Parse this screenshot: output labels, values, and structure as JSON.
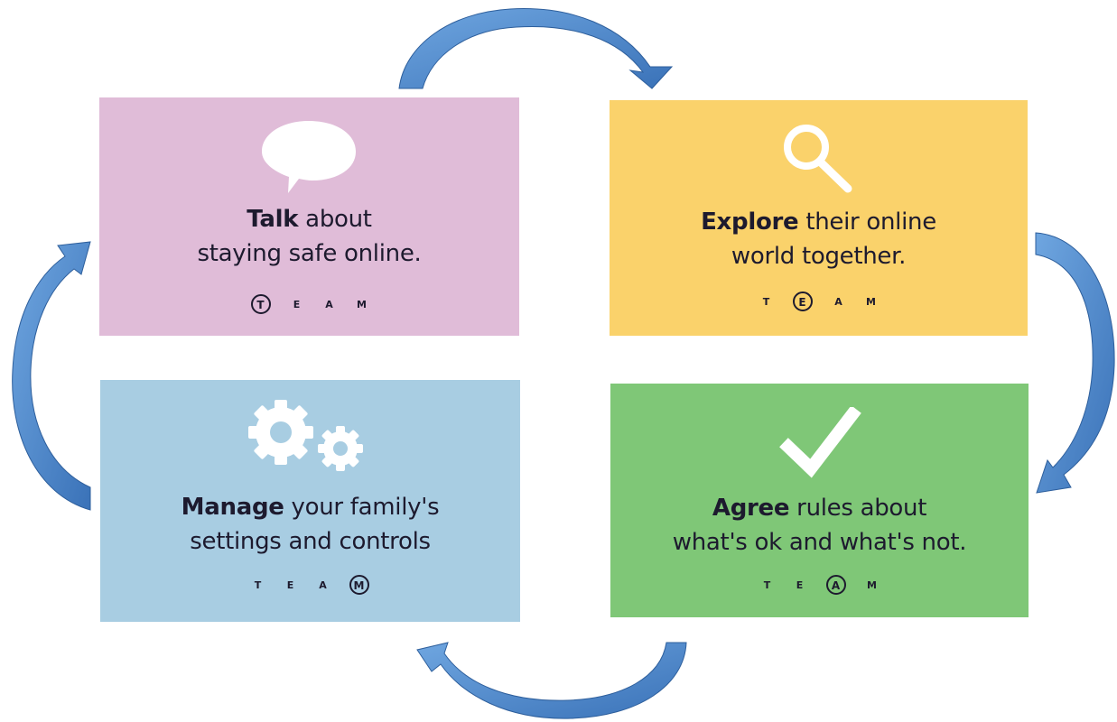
{
  "colors": {
    "talk": "#e0bcd8",
    "explore": "#fad26b",
    "manage": "#a8cde2",
    "agree": "#7fc777",
    "text": "#1d1a2e",
    "arrow": "#5b93d2",
    "arrow_dark": "#2e5f9c",
    "icon": "#ffffff"
  },
  "cards": {
    "talk": {
      "bold": "Talk",
      "rest1": " about",
      "line2": "staying safe online.",
      "icon": "speech-bubble-icon",
      "active_letter": "T"
    },
    "explore": {
      "bold": "Explore",
      "rest1": " their online",
      "line2": "world together.",
      "icon": "magnifier-icon",
      "active_letter": "E"
    },
    "manage": {
      "bold": "Manage",
      "rest1": " your family's",
      "line2": "settings and controls",
      "icon": "gears-icon",
      "active_letter": "M"
    },
    "agree": {
      "bold": "Agree",
      "rest1": " rules about",
      "line2": "what's ok and what's not.",
      "icon": "checkmark-icon",
      "active_letter": "A"
    }
  },
  "team": {
    "t": "T",
    "e": "E",
    "a": "A",
    "m": "M"
  },
  "cycle_arrows": [
    {
      "from": "talk",
      "to": "explore"
    },
    {
      "from": "explore",
      "to": "agree"
    },
    {
      "from": "agree",
      "to": "manage"
    },
    {
      "from": "manage",
      "to": "talk"
    }
  ]
}
